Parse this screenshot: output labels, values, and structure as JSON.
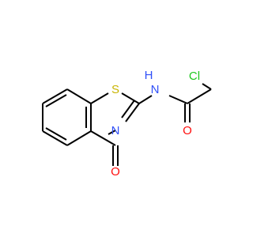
{
  "molecule": {
    "atoms": {
      "sulfur": {
        "label": "S",
        "color": "#c8b400"
      },
      "amide_nitrogen": {
        "label": "N",
        "color": "#3050f8"
      },
      "amide_hydrogen": {
        "label": "H",
        "color": "#3050f8"
      },
      "ring_nitrogen": {
        "label": "N",
        "color": "#3050f8"
      },
      "ketone_oxygen": {
        "label": "O",
        "color": "#ff0d0d"
      },
      "amide_oxygen": {
        "label": "O",
        "color": "#ff0d0d"
      },
      "chlorine": {
        "label": "Cl",
        "color": "#1ec81e"
      }
    },
    "bond_color": "#000000"
  }
}
